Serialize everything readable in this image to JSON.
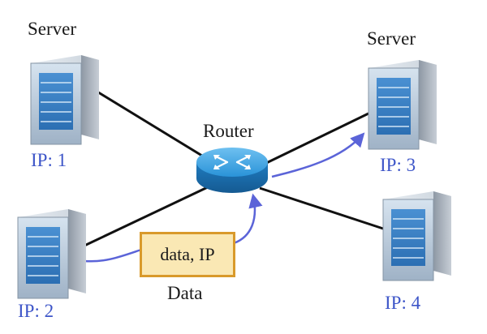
{
  "servers": [
    {
      "heading": "Server",
      "ip": "IP: 1"
    },
    {
      "heading": "",
      "ip": "IP: 2"
    },
    {
      "heading": "Server",
      "ip": "IP: 3"
    },
    {
      "heading": "",
      "ip": "IP: 4"
    }
  ],
  "router": {
    "label": "Router"
  },
  "packet": {
    "content": "data, IP",
    "caption": "Data"
  },
  "colors": {
    "link_line": "#111111",
    "ip_text": "#3d55c8",
    "arrow": "#5b64d8",
    "packet_fill": "#fae8b4",
    "packet_border": "#d99a2b",
    "router": "#2a93d8"
  },
  "icons": {
    "server": "server-tower-icon",
    "router": "router-icon"
  }
}
